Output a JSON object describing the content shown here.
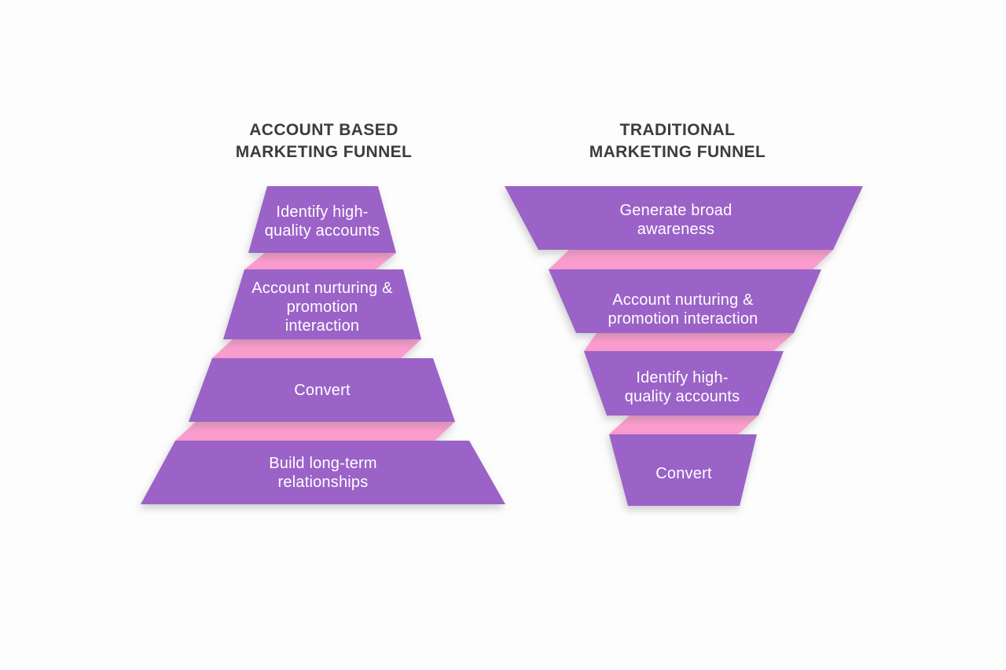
{
  "colors": {
    "purple": "#9b62c8",
    "pink": "#fb9cce",
    "title_text": "#3c3c3c",
    "label_text": "#ffffff",
    "background": "#fdfdfd"
  },
  "left_funnel": {
    "id": "account-based-marketing-funnel",
    "title": "ACCOUNT BASED\nMARKETING FUNNEL",
    "direction": "widening-downward",
    "stages": [
      {
        "label": "Identify high-\nquality accounts"
      },
      {
        "label": "Account nurturing &\npromotion\ninteraction"
      },
      {
        "label": "Convert"
      },
      {
        "label": "Build long-term\nrelationships"
      }
    ]
  },
  "right_funnel": {
    "id": "traditional-marketing-funnel",
    "title": "TRADITIONAL\nMARKETING FUNNEL",
    "direction": "narrowing-downward",
    "stages": [
      {
        "label": "Generate broad\nawareness"
      },
      {
        "label": "Account nurturing &\npromotion interaction"
      },
      {
        "label": "Identify high-\nquality accounts"
      },
      {
        "label": "Convert"
      }
    ]
  }
}
